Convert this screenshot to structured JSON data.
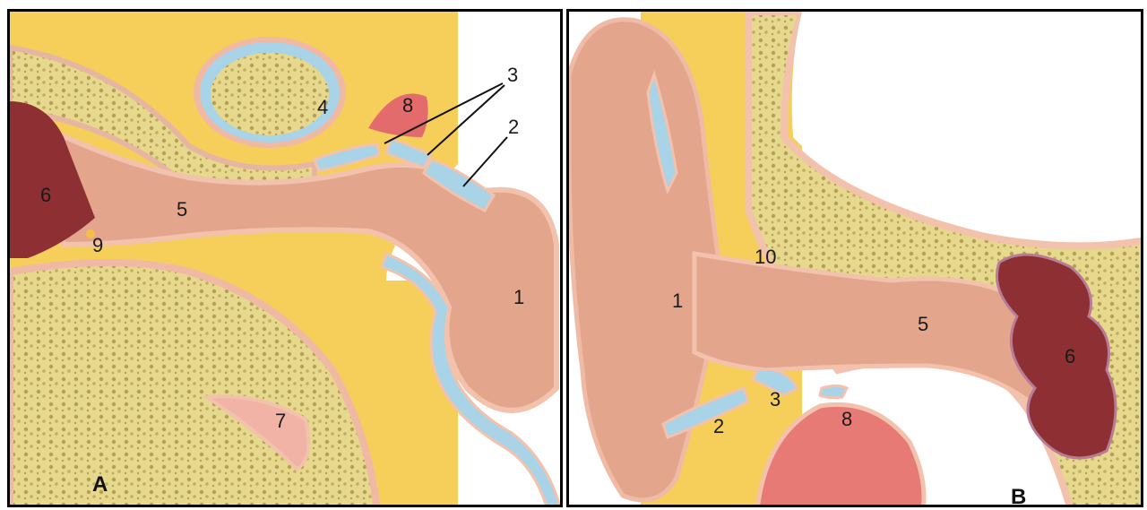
{
  "panels": {
    "a": {
      "letter": "A",
      "labels": {
        "l1": "1",
        "l2": "2",
        "l3": "3",
        "l4": "4",
        "l5": "5",
        "l6": "6",
        "l7": "7",
        "l8": "8",
        "l9": "9"
      }
    },
    "b": {
      "letter": "B",
      "labels": {
        "l1": "1",
        "l2": "2",
        "l3": "3",
        "l5": "5",
        "l6": "6",
        "l8": "8",
        "l10": "10"
      }
    }
  },
  "colors": {
    "fat": "#f6cf5a",
    "bone": "#e8d98a",
    "bone_texture": "#b9a35a",
    "skin": "#e9a58e",
    "canal": "#e0a58c",
    "cartilage": "#a9d3e6",
    "tympanic": "#8e2f33",
    "muscle": "#e87a76"
  }
}
